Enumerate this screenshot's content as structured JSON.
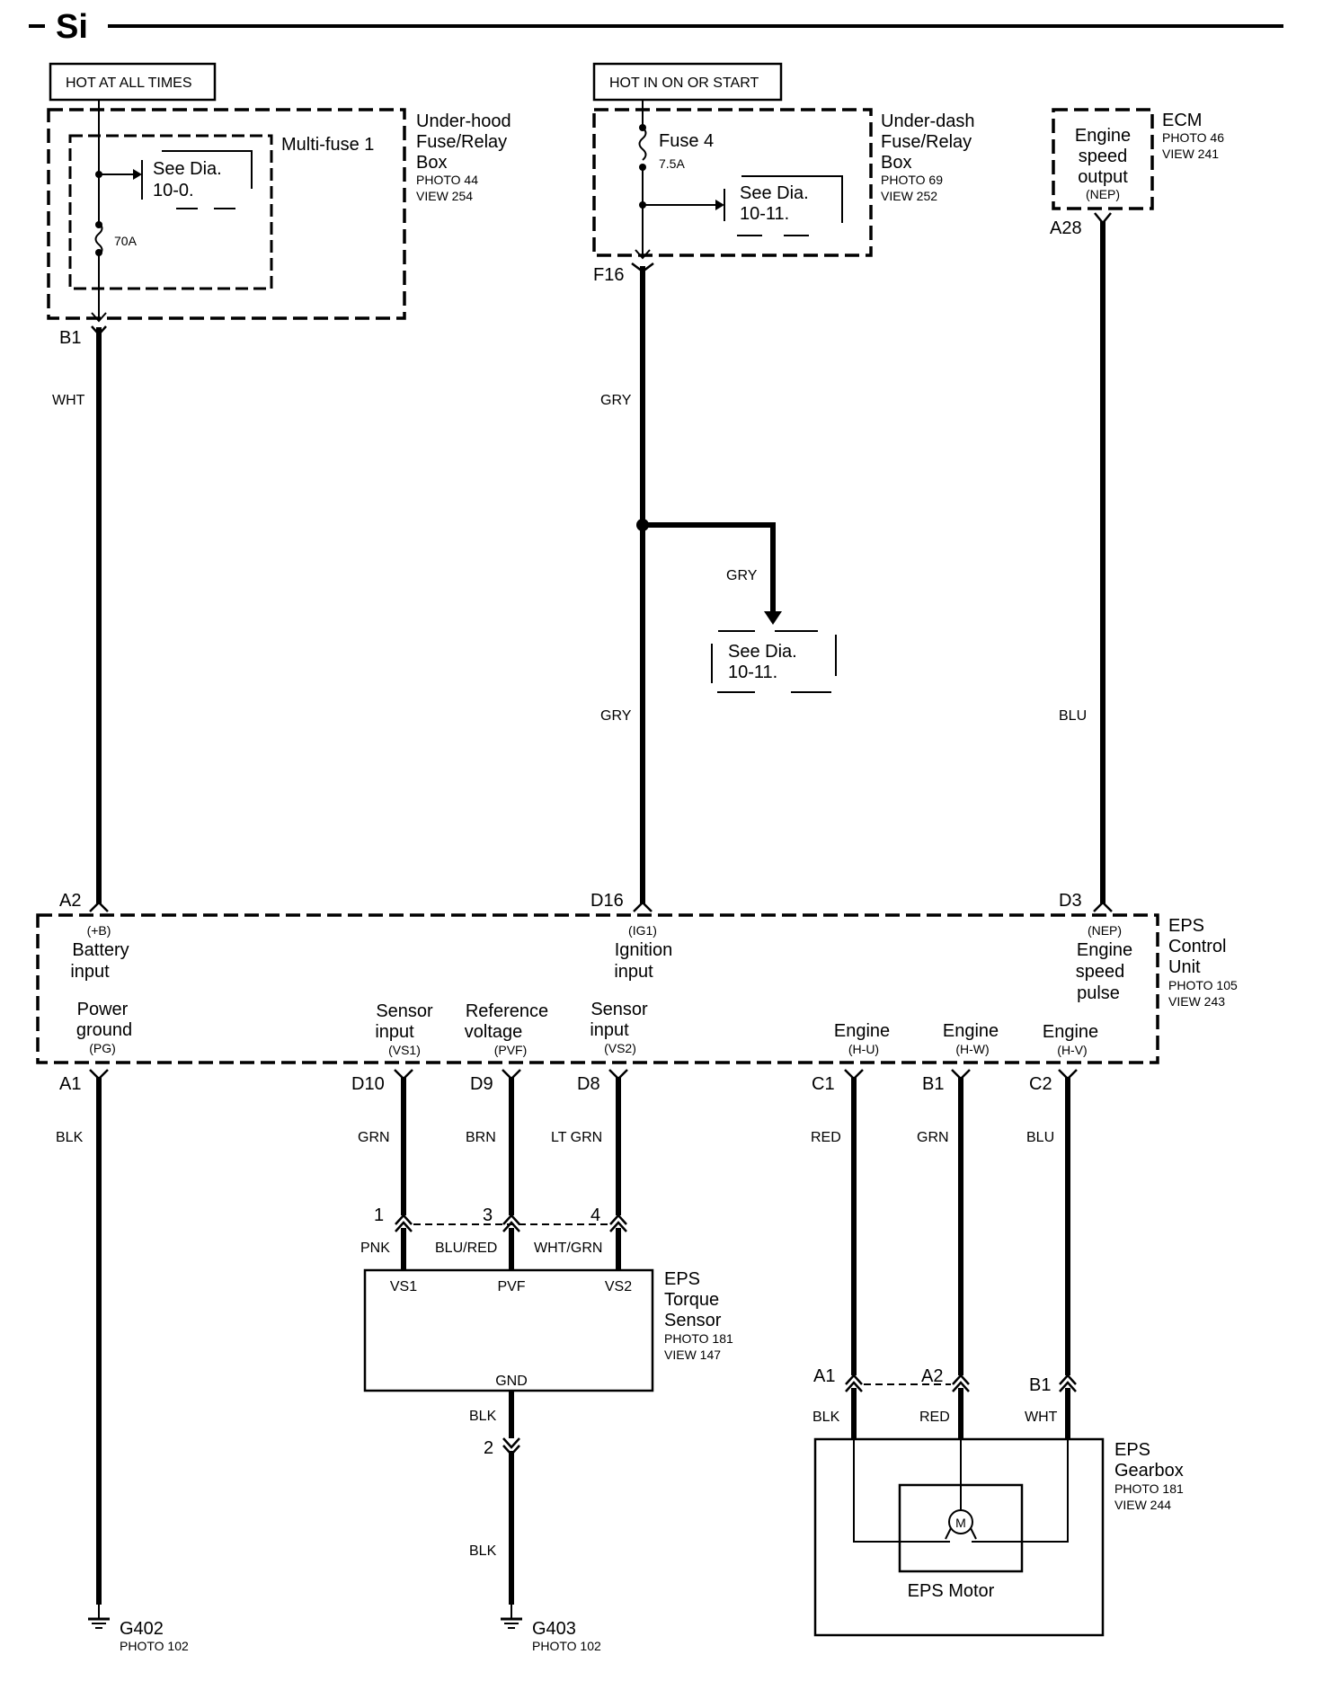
{
  "header": {
    "title": "Si"
  },
  "power_labels": {
    "hot_at_all_times": "HOT AT ALL TIMES",
    "hot_in_on_or_start": "HOT IN ON OR START"
  },
  "underhood": {
    "name_line1": "Under-hood",
    "name_line2": "Fuse/Relay",
    "name_line3": "Box",
    "photo": "PHOTO 44",
    "view": "VIEW 254",
    "multifuse": "Multi-fuse 1",
    "see1": "See Dia.",
    "see2": "10-0.",
    "fuse_rating": "70A",
    "pin": "B1"
  },
  "underdash": {
    "name_line1": "Under-dash",
    "name_line2": "Fuse/Relay",
    "name_line3": "Box",
    "photo": "PHOTO 69",
    "view": "VIEW 252",
    "fuse": "Fuse 4",
    "fuse_rating": "7.5A",
    "see1": "See Dia.",
    "see2": "10-11.",
    "pin": "F16"
  },
  "ecm": {
    "name": "ECM",
    "photo": "PHOTO 46",
    "view": "VIEW 241",
    "l1": "Engine",
    "l2": "speed",
    "l3": "output",
    "l4": "(NEP)",
    "pin": "A28"
  },
  "wires": {
    "wht": "WHT",
    "gry1": "GRY",
    "gry2": "GRY",
    "gry3": "GRY",
    "blu": "BLU"
  },
  "branch": {
    "see1": "See Dia.",
    "see2": "10-11."
  },
  "eps_unit": {
    "name_line1": "EPS",
    "name_line2": "Control",
    "name_line3": "Unit",
    "photo": "PHOTO 105",
    "view": "VIEW 243",
    "pin_a2": "A2",
    "pin_d16": "D16",
    "pin_d3": "D3",
    "plusb": "(+B)",
    "battery": "Battery",
    "battery_input": "input",
    "ig1": "(IG1)",
    "ignition": "Ignition",
    "ignition_input": "input",
    "nep": "(NEP)",
    "nep_l1": "Engine",
    "nep_l2": "speed",
    "nep_l3": "pulse",
    "pg_l1": "Power",
    "pg_l2": "ground",
    "pg_l3": "(PG)",
    "vs1_l1": "Sensor",
    "vs1_l2": "input",
    "vs1_l3": "(VS1)",
    "pvf_l1": "Reference",
    "pvf_l2": "voltage",
    "pvf_l3": "(PVF)",
    "vs2_l1": "Sensor",
    "vs2_l2": "input",
    "vs2_l3": "(VS2)",
    "hu_l1": "Engine",
    "hu_l2": "(H-U)",
    "hw_l1": "Engine",
    "hw_l2": "(H-W)",
    "hv_l1": "Engine",
    "hv_l2": "(H-V)"
  },
  "bottom_pins": {
    "a1": "A1",
    "d10": "D10",
    "d9": "D9",
    "d8": "D8",
    "c1": "C1",
    "b1": "B1",
    "c2": "C2"
  },
  "bottom_wires": {
    "blk": "BLK",
    "grn": "GRN",
    "brn": "BRN",
    "ltgrn": "LT GRN",
    "red": "RED",
    "grn2": "GRN",
    "blu": "BLU"
  },
  "torque": {
    "name_line1": "EPS",
    "name_line2": "Torque",
    "name_line3": "Sensor",
    "photo": "PHOTO 181",
    "view": "VIEW 147",
    "pin1": "1",
    "pin3": "3",
    "pin4": "4",
    "wire_pnk": "PNK",
    "wire_blured": "BLU/RED",
    "wire_whtgrn": "WHT/GRN",
    "vs1": "VS1",
    "pvf": "PVF",
    "vs2": "VS2",
    "gnd": "GND",
    "blk1": "BLK",
    "pin2": "2",
    "blk2": "BLK"
  },
  "gearbox": {
    "name_line1": "EPS",
    "name_line2": "Gearbox",
    "photo": "PHOTO 181",
    "view": "VIEW 244",
    "pin_a1": "A1",
    "pin_a2": "A2",
    "pin_b1": "B1",
    "wire_blk": "BLK",
    "wire_red": "RED",
    "wire_wht": "WHT",
    "motor": "EPS Motor",
    "motor_symbol": "M"
  },
  "grounds": {
    "g402": "G402",
    "g402_photo": "PHOTO 102",
    "g403": "G403",
    "g403_photo": "PHOTO 102"
  }
}
